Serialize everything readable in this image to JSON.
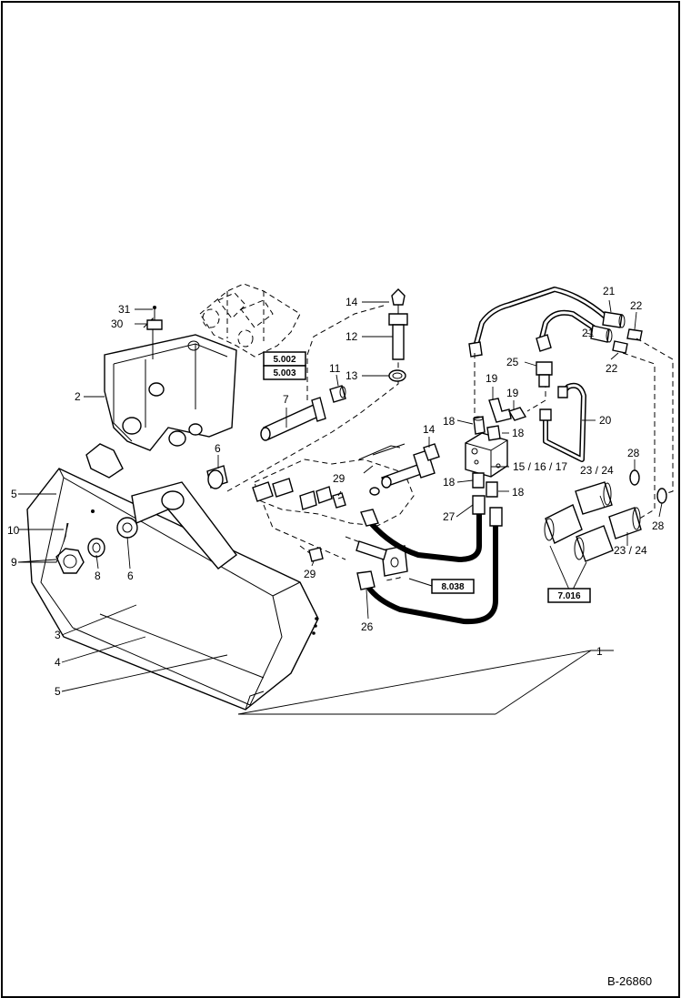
{
  "figure": {
    "code": "B-26860",
    "callouts": {
      "c1": "1",
      "c2": "2",
      "c3": "3",
      "c4": "4",
      "c5a": "5",
      "c5b": "5",
      "c6a": "6",
      "c6b": "6",
      "c7": "7",
      "c8": "8",
      "c9": "9",
      "c10": "10",
      "c11": "11",
      "c12": "12",
      "c13": "13",
      "c14a": "14",
      "c14b": "14",
      "c15": "15 / 16 / 17",
      "c18a": "18",
      "c18b": "18",
      "c18c": "18",
      "c18d": "18",
      "c19a": "19",
      "c19b": "19",
      "c20": "20",
      "c21a": "21",
      "c21b": "21",
      "c22a": "22",
      "c22b": "22",
      "c2324a": "23 / 24",
      "c2324b": "23 / 24",
      "c25": "25",
      "c26": "26",
      "c27": "27",
      "c28a": "28",
      "c28b": "28",
      "c29a": "29",
      "c29b": "29",
      "c30": "30",
      "c31": "31"
    },
    "references": {
      "r5002": "5.002",
      "r5003": "5.003",
      "r8038": "8.038",
      "r7016": "7.016"
    }
  }
}
